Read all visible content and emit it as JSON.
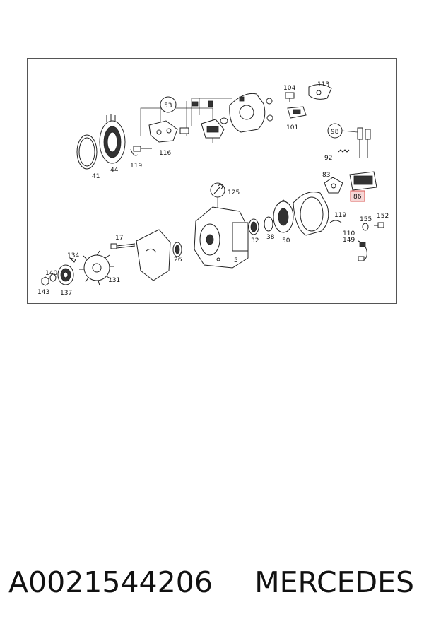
{
  "diagram": {
    "highlight_color": "#d9534f",
    "highlight_fill": "#f6d6d5",
    "labels": {
      "p41": "41",
      "p44": "44",
      "p119a": "119",
      "p116": "116",
      "p53": "53",
      "p104": "104",
      "p113": "113",
      "p101": "101",
      "p98": "98",
      "p92": "92",
      "p83": "83",
      "p86": "86",
      "p125": "125",
      "p17": "17",
      "p134": "134",
      "p140": "140",
      "p143": "143",
      "p137": "137",
      "p131": "131",
      "p26": "26",
      "p5": "5",
      "p32": "32",
      "p38": "38",
      "p50": "50",
      "p119b": "119",
      "p155": "155",
      "p152": "152",
      "p110": "110",
      "p149": "149"
    }
  },
  "caption": {
    "part_number": "A0021544206",
    "brand": "MERCEDES"
  }
}
